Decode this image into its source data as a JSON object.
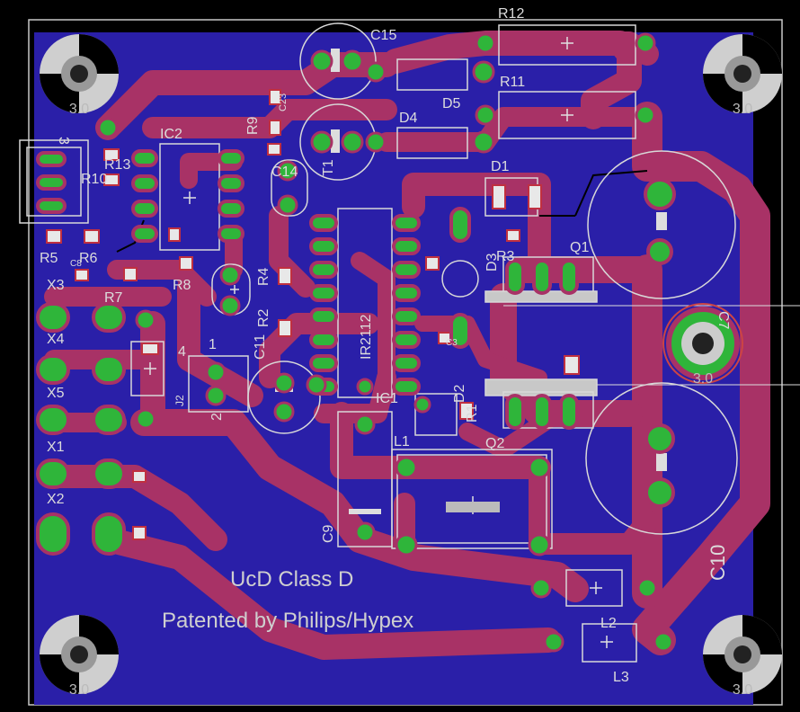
{
  "board": {
    "title": "UcD Class D",
    "subtitle": "Patented by Philips/Hypex",
    "colors": {
      "background": "#000000",
      "board_fill": "#2a1fa8",
      "trace": "#a83266",
      "pad": "#2fb53a",
      "silkscreen": "#d8d8d8",
      "outline": "#d0d0d0",
      "mount_hole": "#cccccc"
    }
  },
  "mount_holes": [
    {
      "id": "hole-top-left",
      "label": "3.0"
    },
    {
      "id": "hole-top-right",
      "label": "3.0"
    },
    {
      "id": "hole-bottom-left",
      "label": "3.0"
    },
    {
      "id": "hole-bottom-right",
      "label": "3.0"
    },
    {
      "id": "hole-center-right",
      "label": "3.0"
    }
  ],
  "labels": {
    "C15": "C15",
    "R12": "R12",
    "R11": "R11",
    "D5": "D5",
    "D4": "D4",
    "C23": "C23",
    "R9": "R9",
    "T1": "T1",
    "C14": "C14",
    "IC2": "IC2",
    "R13": "R13",
    "R10": "R10",
    "conn3": "3",
    "R5": "R5",
    "R6": "R6",
    "X3": "X3",
    "R7": "R7",
    "R8": "R8",
    "C8": "C8",
    "R4": "R4",
    "R2": "R2",
    "X4": "X4",
    "X5": "X5",
    "X1": "X1",
    "X2": "X2",
    "IR2112": "IR2112",
    "IC1": "IC1",
    "C11": "C11",
    "pin4": "4",
    "pin1": "1",
    "pin2": "2",
    "J2": "J2",
    "D1": "D1",
    "D3": "D3",
    "R3": "R3",
    "Q1": "Q1",
    "C7": "C7",
    "C3": "C3",
    "D2": "D2",
    "R1": "R1",
    "Q2": "Q2",
    "L1": "L1",
    "C9": "C9",
    "C10": "C10",
    "L2": "L2",
    "L3": "L3"
  }
}
